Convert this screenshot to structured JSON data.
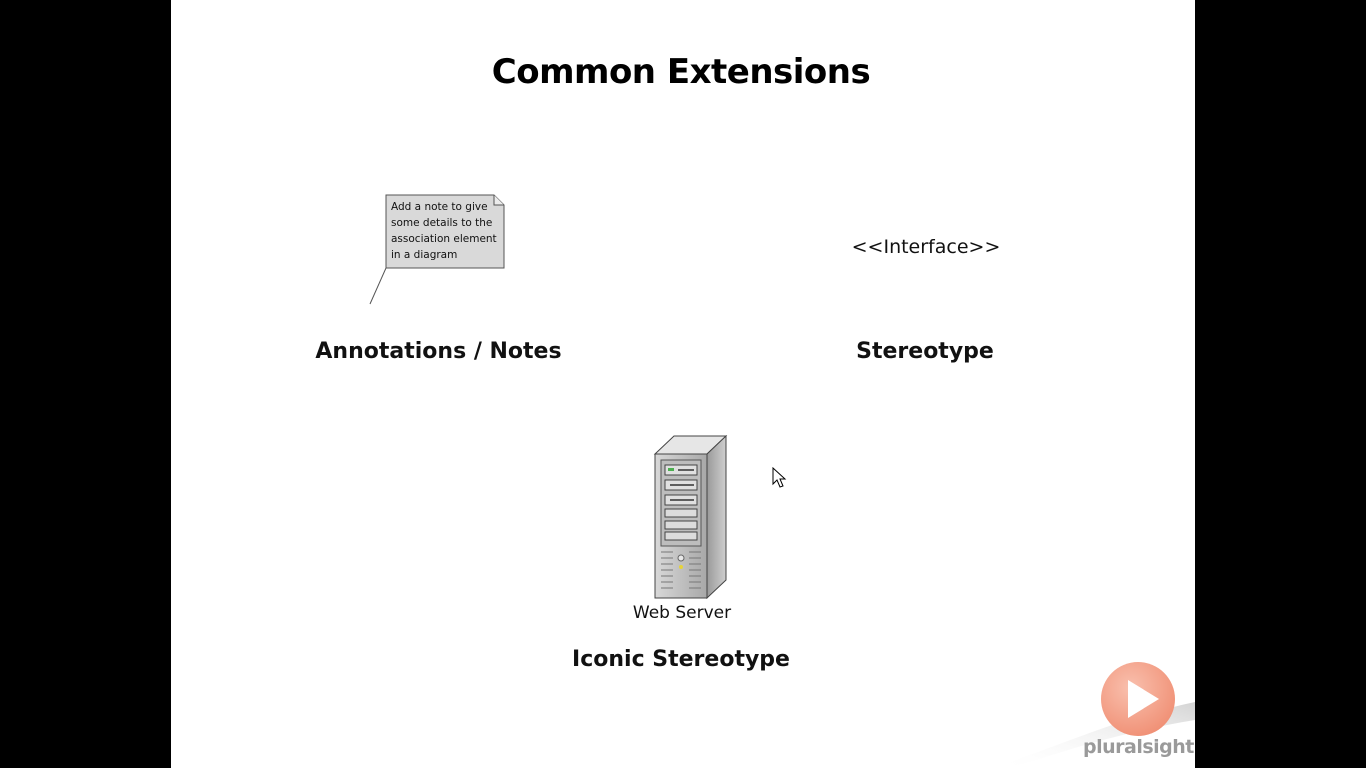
{
  "slide": {
    "title": "Common Extensions"
  },
  "annotations": {
    "note_lines": [
      "Add a note to give",
      "some details to the",
      "association element",
      "in a diagram"
    ],
    "label": "Annotations / Notes"
  },
  "stereotype": {
    "example": "<<Interface>>",
    "label": "Stereotype"
  },
  "iconic_stereotype": {
    "icon_name": "web-server-icon",
    "caption": "Web Server",
    "label": "Iconic Stereotype"
  },
  "branding": {
    "logo_text": "pluralsight",
    "play_color": "#f4a28c"
  },
  "colors": {
    "background": "#ffffff",
    "letterbox": "#000000",
    "note_fill": "#d9d9d9"
  }
}
